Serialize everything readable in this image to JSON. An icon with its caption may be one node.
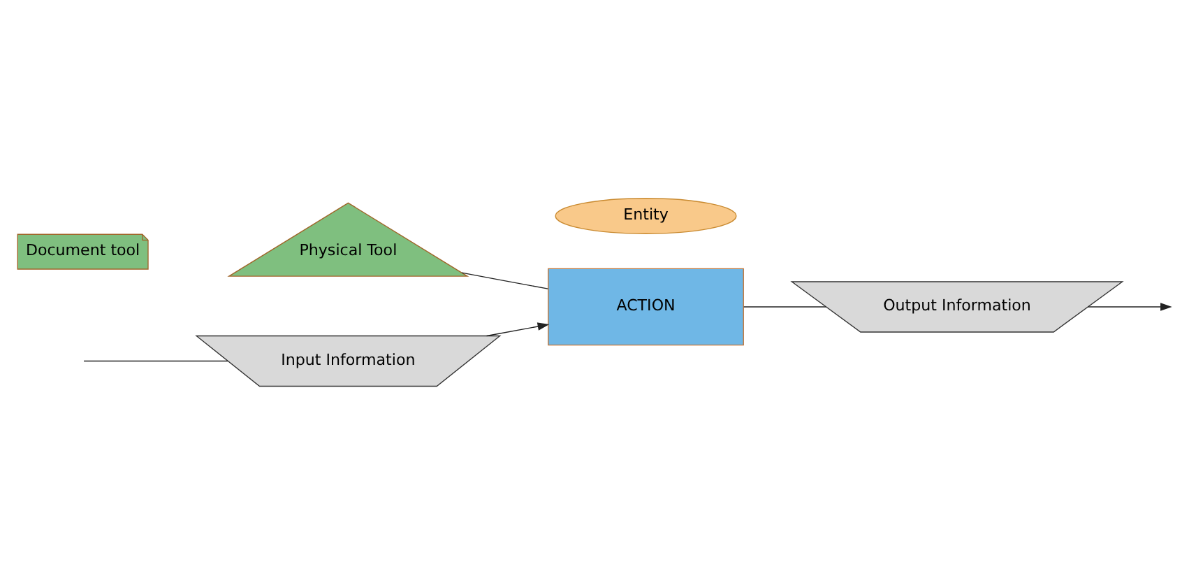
{
  "diagram": {
    "nodes": [
      {
        "text": [
          "Input Information"
        ]
      },
      {
        "text": [
          "Entity"
        ]
      },
      {
        "text": [
          "ACTION"
        ]
      },
      {
        "text": [
          "Physical Tool"
        ]
      },
      {
        "text": [
          "Document tool"
        ]
      },
      {
        "text": [
          "Output Information"
        ]
      }
    ],
    "edges": [
      {
        "from": null,
        "to": 0,
        "arrow": "none"
      },
      {
        "from": 0,
        "to": 2,
        "arrow": "to"
      },
      {
        "from": 3,
        "to": 2,
        "arrow": "none"
      },
      {
        "from": 2,
        "to": 5,
        "arrow": "none"
      },
      {
        "from": 5,
        "to": null,
        "arrow": "to"
      }
    ]
  }
}
